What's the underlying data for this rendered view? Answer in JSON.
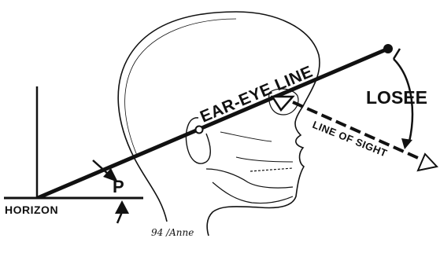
{
  "diagram": {
    "labels": {
      "ear_eye_line": "EAR-EYE LINE",
      "losee": "LOSEE",
      "line_of_sight": "LINE OF SIGHT",
      "p": "P",
      "horizon": "HORIZON"
    },
    "signature": "94 /Anne",
    "colors": {
      "ink": "#111111",
      "background": "#ffffff"
    }
  }
}
